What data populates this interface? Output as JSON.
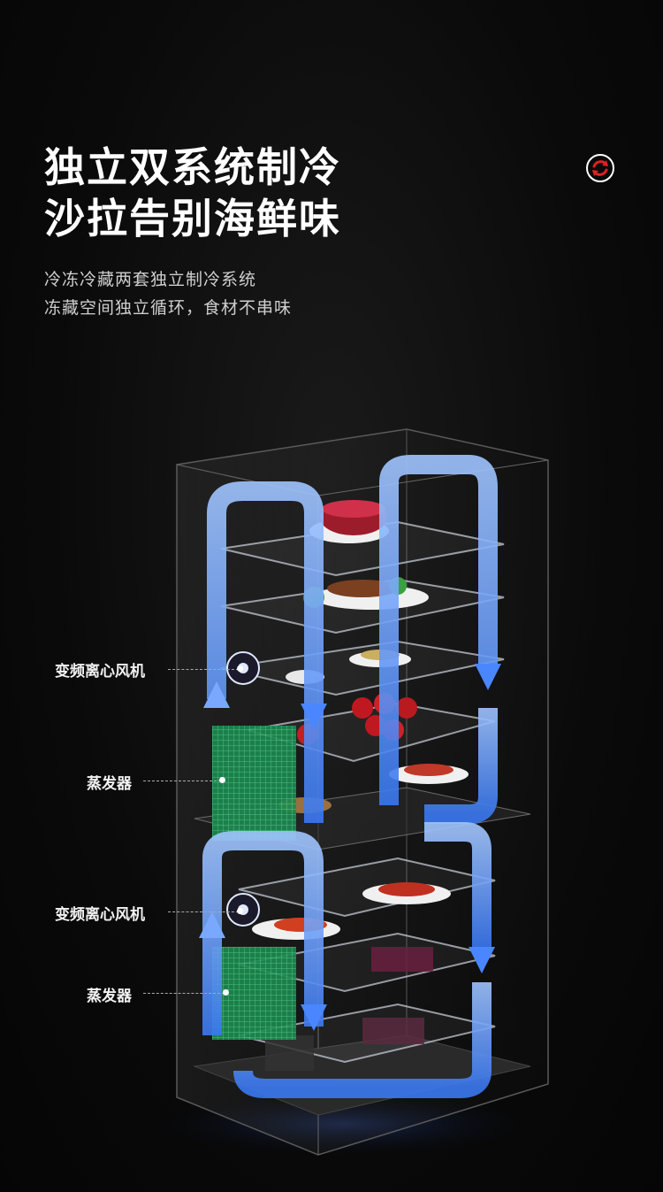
{
  "headline": {
    "line1": "独立双系统制冷",
    "line2": "沙拉告别海鲜味"
  },
  "subtext": {
    "line1": "冷冻冷藏两套独立制冷系统",
    "line2": "冻藏空间独立循环，食材不串味"
  },
  "callouts": {
    "fan_upper": "变频离心风机",
    "evaporator_upper": "蒸发器",
    "fan_lower": "变频离心风机",
    "evaporator_lower": "蒸发器"
  },
  "icons": {
    "top_right": "refresh-cycle-icon",
    "airflow": "airflow-arrow-icon",
    "fan": "fan-icon"
  },
  "colors": {
    "background": "#0a0a0a",
    "airflow": "#4a8cff",
    "evaporator": "#1f9a5a",
    "icon_red": "#e02020"
  }
}
